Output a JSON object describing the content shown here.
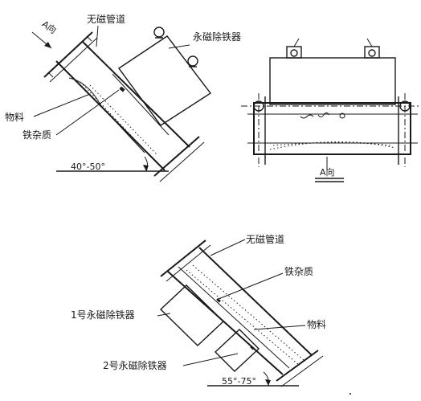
{
  "diagram1": {
    "label_pipe": "无磁管道",
    "label_magnet": "永磁除铁器",
    "label_material": "物料",
    "label_iron": "铁杂质",
    "label_angle": "40°-50°",
    "label_view_arrow": "A向"
  },
  "diagram2": {
    "label_view": "A向"
  },
  "diagram3": {
    "label_pipe": "无磁管道",
    "label_iron": "铁杂质",
    "label_material": "物料",
    "label_magnet1": "1号永磁除铁器",
    "label_magnet2": "2号永磁除铁器",
    "label_angle": "55°-75°"
  }
}
